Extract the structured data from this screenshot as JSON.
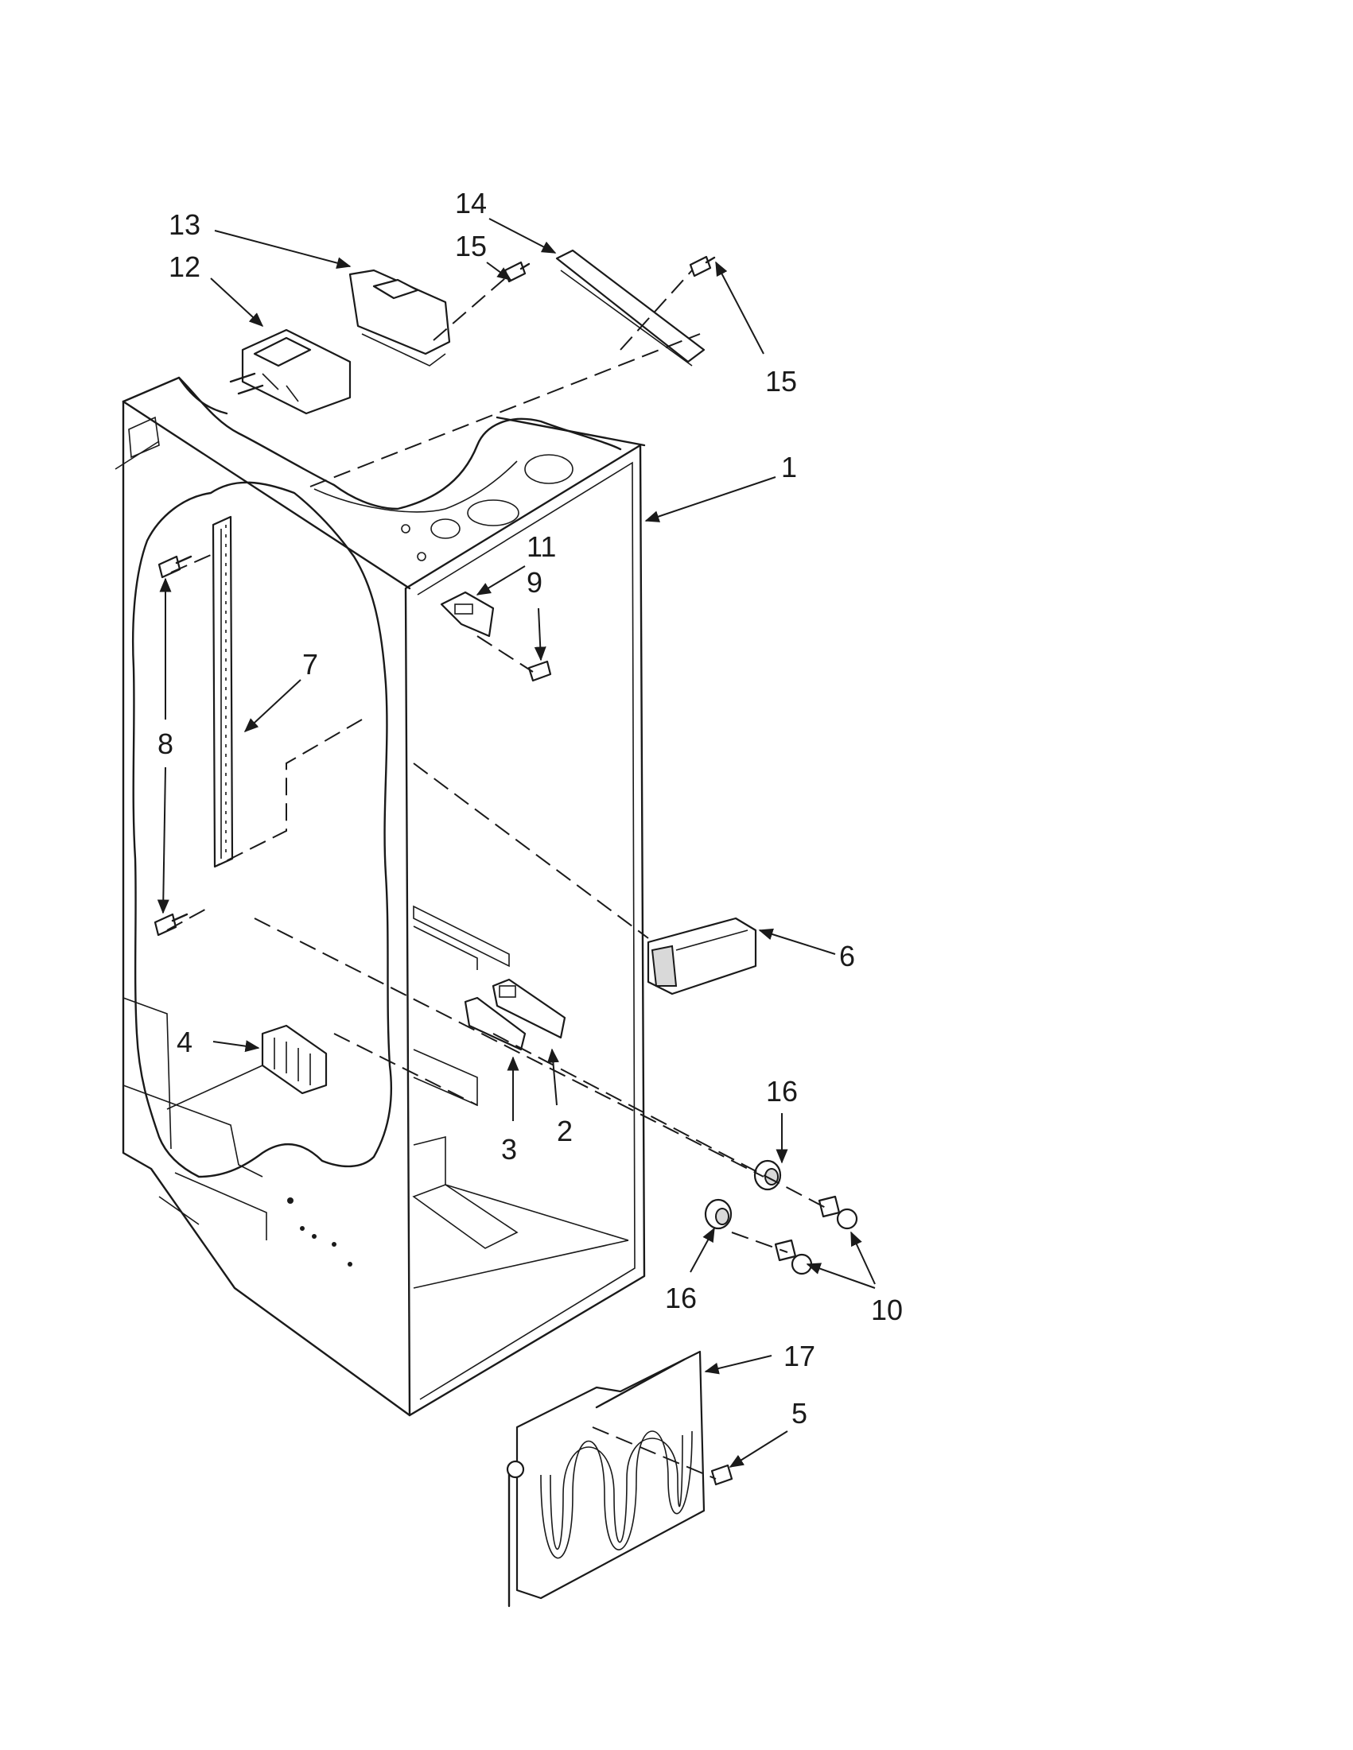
{
  "diagram": {
    "callouts": {
      "c1": "1",
      "c2": "2",
      "c3": "3",
      "c4": "4",
      "c5": "5",
      "c6": "6",
      "c7": "7",
      "c8": "8",
      "c9": "9",
      "c10": "10",
      "c11": "11",
      "c12": "12",
      "c13": "13",
      "c14": "14",
      "c15a": "15",
      "c15b": "15",
      "c16a": "16",
      "c16b": "16",
      "c17": "17"
    }
  }
}
